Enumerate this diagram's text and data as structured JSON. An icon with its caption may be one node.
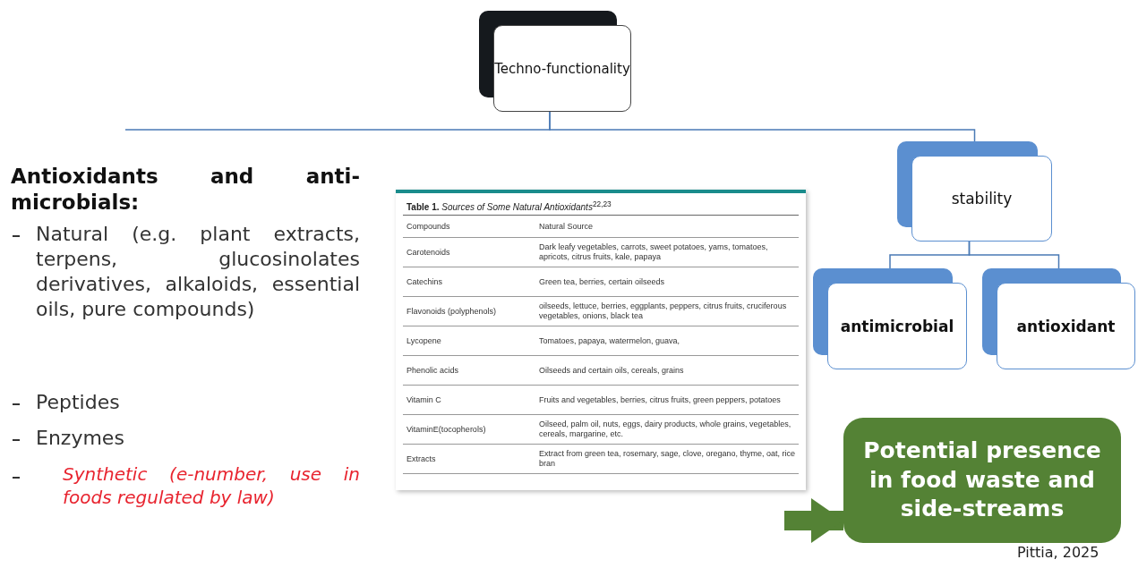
{
  "diagram": {
    "nodes": [
      {
        "text": [
          "Techno-functionality"
        ]
      },
      {
        "text": [
          "stability"
        ]
      },
      {
        "text": [
          "antimicrobial"
        ]
      },
      {
        "text": [
          "antioxidant"
        ]
      },
      {
        "text": [
          "Potential presence in food waste and side-streams"
        ]
      }
    ],
    "edges": [
      {
        "from": 0,
        "to": null,
        "arrow": "none"
      },
      {
        "from": 0,
        "to": 1,
        "arrow": "none"
      },
      {
        "from": 1,
        "to": 2,
        "arrow": "none"
      },
      {
        "from": 1,
        "to": 3,
        "arrow": "none"
      },
      {
        "from": null,
        "to": 4,
        "arrow": "to",
        "style": "thick",
        "color": "#548235"
      }
    ],
    "labels": [
      "Antioxidants and anti-microbials:",
      "Natural (e.g. plant extracts, terpens, glucosinolates derivatives, alkaloids, essential oils, pure compounds)",
      "Peptides",
      "Enzymes",
      "Synthetic (e-number, use in foods regulated by law)",
      "**Table 1.** *Sources of Some Natural Antioxidants*$^{22,23}$",
      "Compounds",
      "Natural Source",
      "Carotenoids",
      "Dark leafy vegetables, carrots, sweet potatoes, yams, tomatoes, apricots, citrus fruits, kale, papaya",
      "Catechins",
      "Green tea, berries, certain oilseeds",
      "Flavonoids (polyphenols)",
      "oilseeds, lettuce, berries, eggplants, peppers, citrus fruits, cruciferous vegetables, onions, black tea",
      "Lycopene",
      "Tomatoes, papaya, watermelon, guava,",
      "Phenolic acids",
      "Oilseeds and certain oils, cereals, grains",
      "Vitamin C",
      "Fruits and vegetables, berries, citrus fruits, green peppers, potatoes",
      "VitaminE(tocopherols)",
      "Oilseed, palm oil, nuts, eggs, dairy products, whole grains, vegetables, cereals, margarine, etc.",
      "Extracts",
      "Extract from green tea, rosemary, sage, clove, oregano, thyme, oat, rice bran",
      "Pittia, 2025"
    ]
  }
}
